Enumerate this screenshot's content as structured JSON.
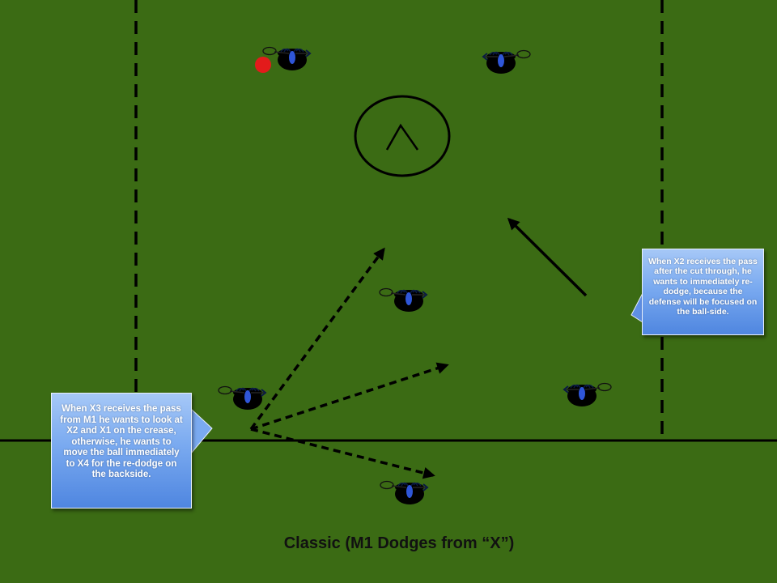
{
  "caption": "Classic (M1 Dodges from “X”)",
  "callouts": {
    "x3_note": "When X3 receives the pass from M1 he wants to look at X2 and X1 on the crease, otherwise, he wants to move the ball immediately to X4 for the re-dodge on the backside.",
    "x2_note": "When X2 receives the pass after the cut through, he wants to immediately re-dodge, because the defense will be focused on the ball-side."
  },
  "colors": {
    "field": "#3b6b14",
    "player_body": "#000000",
    "player_accent": "#2f56d8",
    "ball": "#e31b1b",
    "callout_fill": "#5a8fe6",
    "callout_text": "#ffffff"
  },
  "icons": [
    "player-icon",
    "crosse-icon",
    "ball-icon",
    "goal-crease",
    "arrow"
  ]
}
